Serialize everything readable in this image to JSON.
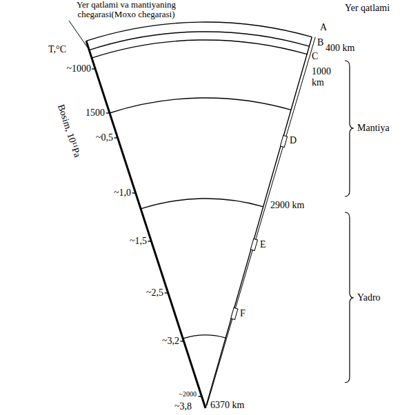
{
  "diagram": {
    "labels": [
      "Yer qatlami va mantiyaning chegarasi(Moxo chegarasi)",
      "Yer qatlami",
      "T,°C",
      "~1000",
      "1500",
      "~0,5",
      "~1,0",
      "~1,5",
      "~2,5",
      "~3,2",
      "~3,8",
      "~2000",
      "Bosim, 10¹¹Pa",
      "A",
      "B",
      "400 km",
      "C",
      "1000 km",
      "D",
      "2900 km",
      "E",
      "F",
      "6370 km",
      "Mantiya",
      "Yadro"
    ]
  }
}
